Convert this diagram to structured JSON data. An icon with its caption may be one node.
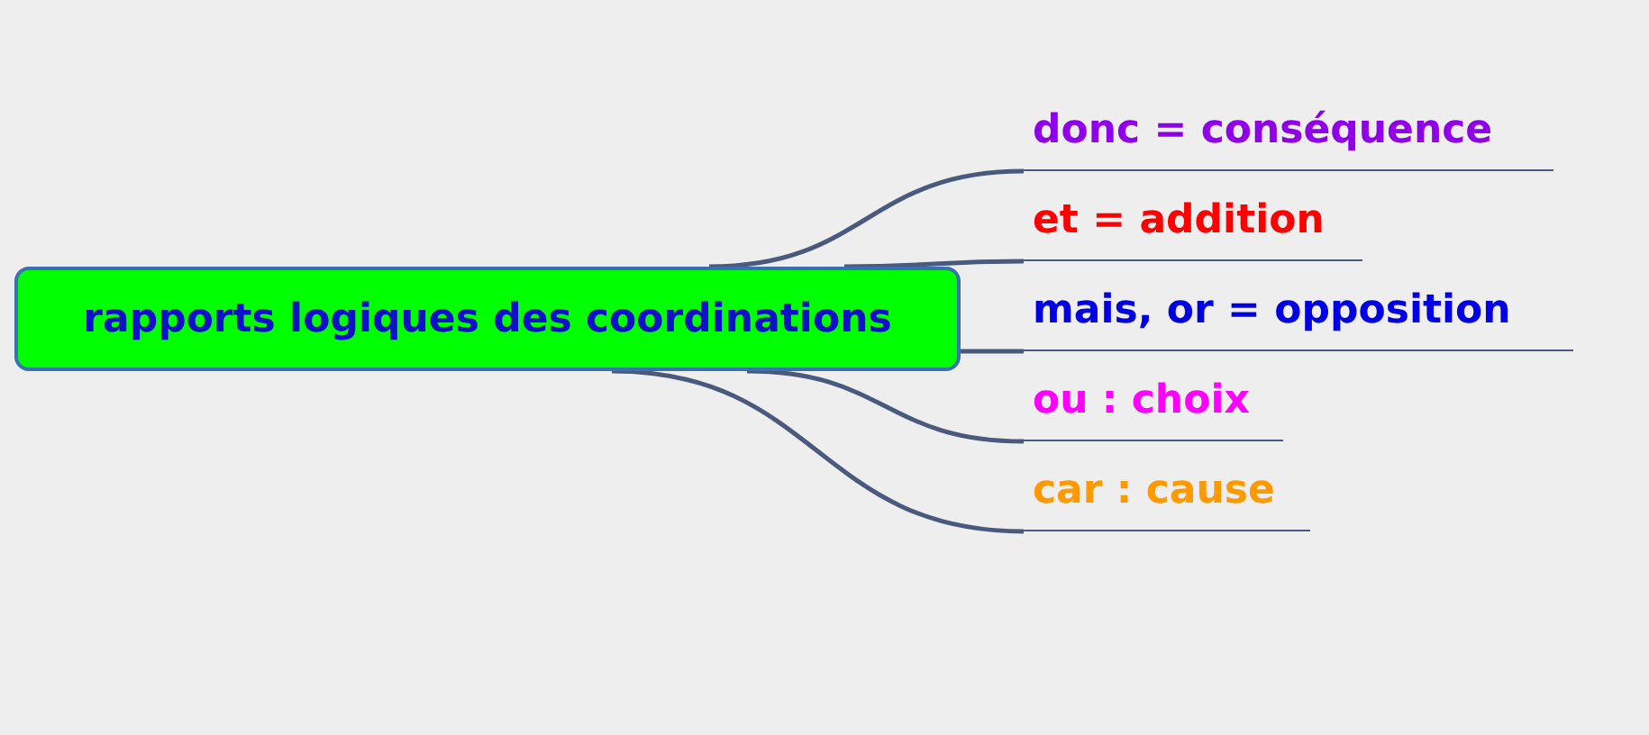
{
  "diagram": {
    "nodes": [
      {
        "text": [
          "rapports logiques des coordinations"
        ]
      },
      {
        "text": [
          "donc = conséquence"
        ]
      },
      {
        "text": [
          "et = addition"
        ]
      },
      {
        "text": [
          "mais, or = opposition"
        ]
      },
      {
        "text": [
          "ou : choix"
        ]
      },
      {
        "text": [
          "car : cause"
        ]
      }
    ],
    "edges": [
      {
        "from": 0,
        "to": 1,
        "arrow": "none"
      },
      {
        "from": 0,
        "to": 2,
        "arrow": "none"
      },
      {
        "from": 0,
        "to": 3,
        "arrow": "none"
      },
      {
        "from": 0,
        "to": 4,
        "arrow": "none"
      },
      {
        "from": 0,
        "to": 5,
        "arrow": "none"
      }
    ]
  }
}
